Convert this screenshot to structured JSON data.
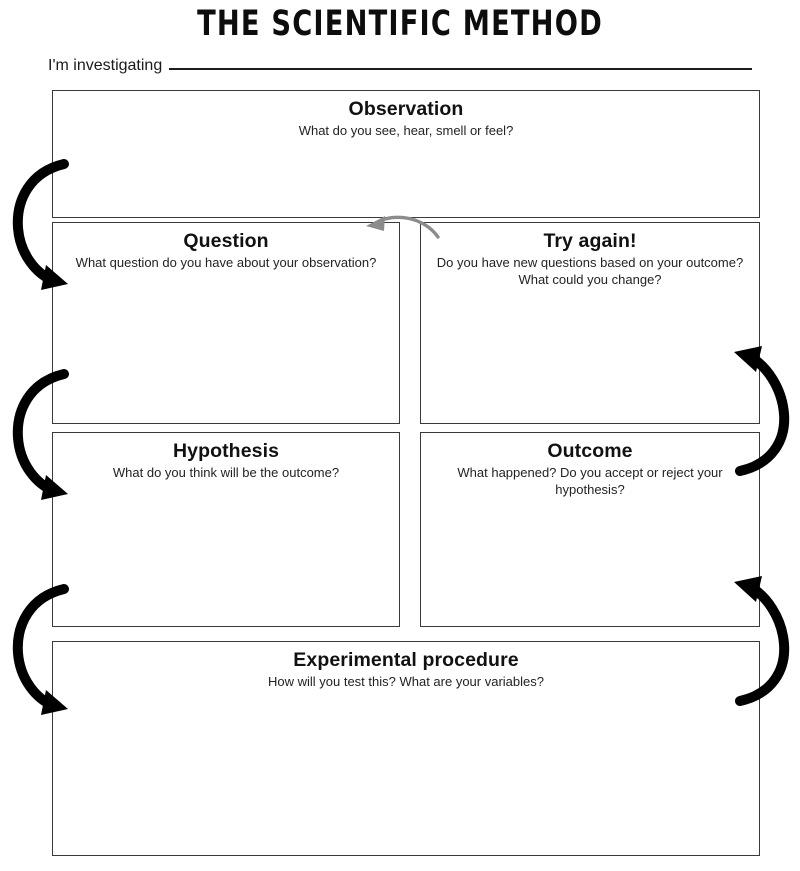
{
  "page": {
    "title": "THE SCIENTIFIC METHOD",
    "investigating_label": "I'm investigating",
    "investigating_value": "",
    "ink_color": "#111111",
    "box_border_color": "#3a3a3a",
    "flow_arrow_color": "#000000",
    "retry_arrow_color": "#8c8c8c"
  },
  "boxes": {
    "observation": {
      "heading": "Observation",
      "prompt": "What do you see, hear, smell or feel?",
      "answer": ""
    },
    "question": {
      "heading": "Question",
      "prompt": "What question do you have about your observation?",
      "answer": ""
    },
    "try_again": {
      "heading": "Try again!",
      "prompt": "Do you have new questions based on your outcome? What could you change?",
      "answer": ""
    },
    "hypothesis": {
      "heading": "Hypothesis",
      "prompt": "What do you think will be the outcome?",
      "answer": ""
    },
    "outcome": {
      "heading": "Outcome",
      "prompt": "What happened? Do you accept or reject your hypothesis?",
      "answer": ""
    },
    "procedure": {
      "heading": "Experimental procedure",
      "prompt": "How will you test this? What are your variables?",
      "answer": ""
    }
  },
  "arrows": {
    "observation_to_question": "curved-arrow-down-left-icon",
    "question_to_hypothesis": "curved-arrow-down-left-icon",
    "hypothesis_to_procedure": "curved-arrow-down-left-icon",
    "procedure_to_outcome": "curved-arrow-up-right-icon",
    "outcome_to_try_again": "curved-arrow-up-right-icon",
    "try_again_to_question": "curved-arrow-left-gray-icon"
  }
}
